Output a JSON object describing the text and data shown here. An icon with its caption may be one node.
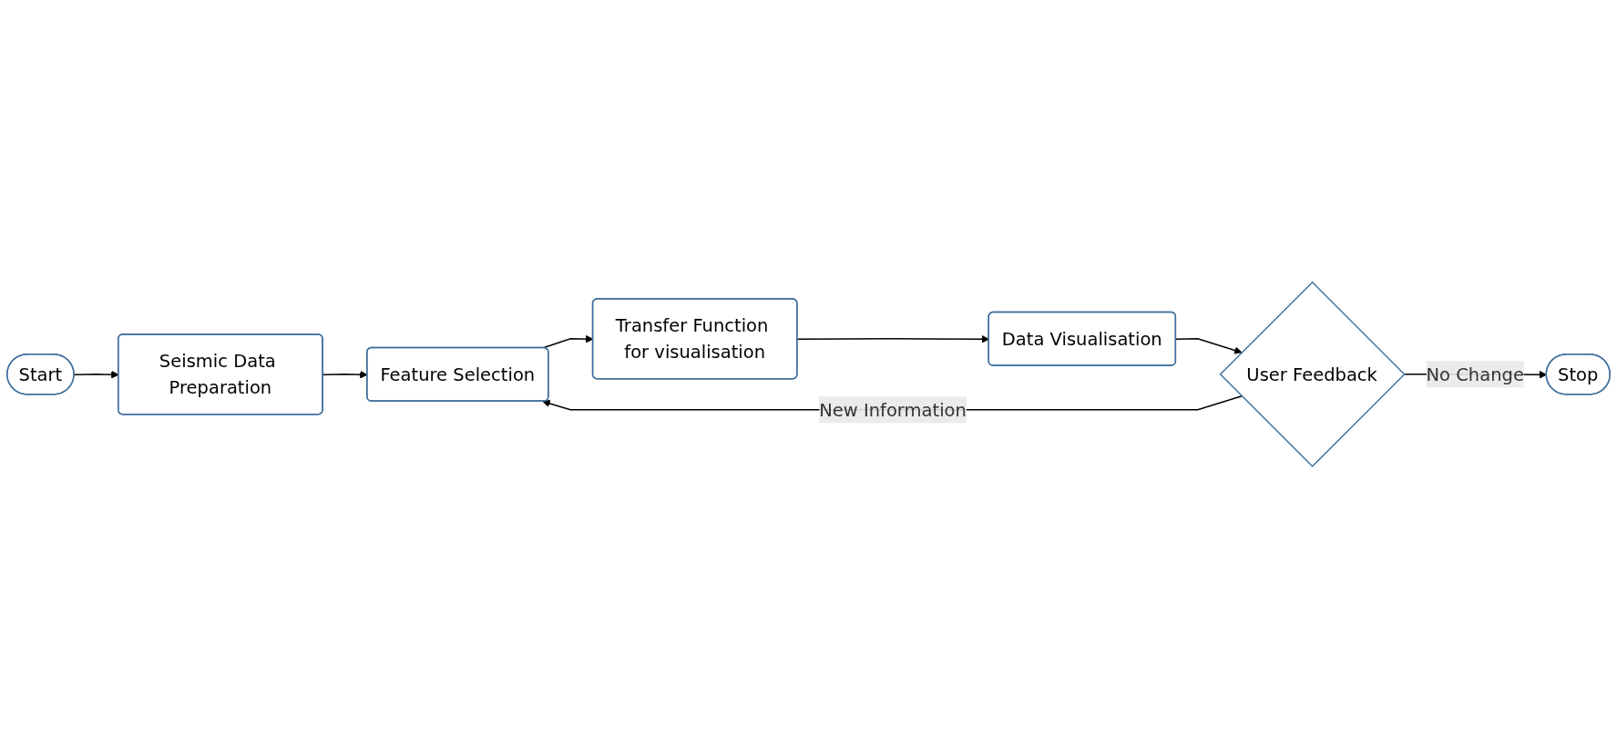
{
  "diagram": {
    "nodes": [
      {
        "text": [
          "Start"
        ]
      },
      {
        "text": [
          "Seismic Data Preparation"
        ]
      },
      {
        "text": [
          "Feature Selection"
        ]
      },
      {
        "text": [
          "Transfer Function for visualisation"
        ]
      },
      {
        "text": [
          "Data Visualisation"
        ]
      },
      {
        "text": [
          "User Feedback"
        ]
      },
      {
        "text": [
          "Stop"
        ]
      }
    ],
    "edges": [
      {
        "from": 0,
        "to": 1,
        "arrow": "to"
      },
      {
        "from": 1,
        "to": 2,
        "arrow": "to"
      },
      {
        "from": 2,
        "to": 3,
        "arrow": "to"
      },
      {
        "from": 3,
        "to": 4,
        "arrow": "to"
      },
      {
        "from": 4,
        "to": 5,
        "arrow": "to"
      },
      {
        "from": 5,
        "to": 2,
        "arrow": "to",
        "label": "New Information"
      },
      {
        "from": 5,
        "to": 6,
        "arrow": "to",
        "label": "No Change"
      }
    ]
  }
}
